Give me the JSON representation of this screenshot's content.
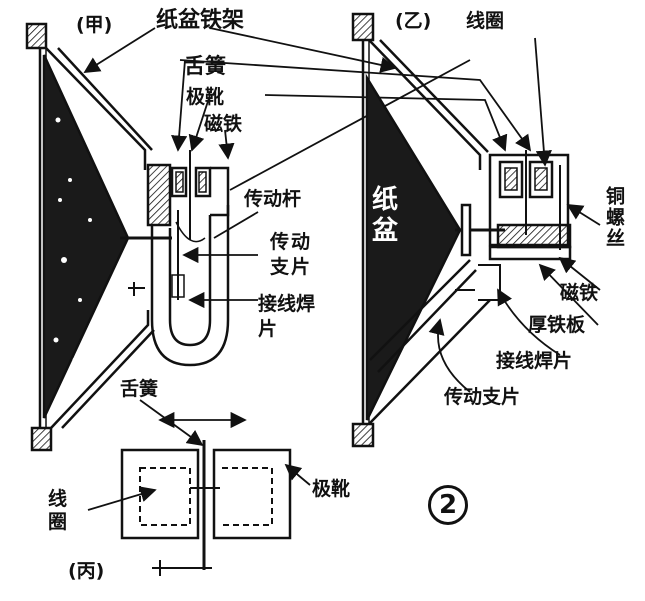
{
  "figure": {
    "number": "2",
    "panels": {
      "jia": "(甲)",
      "yi": "(乙)",
      "bing": "(丙)"
    },
    "labels": {
      "cone_frame": "纸盆铁架",
      "reed_top": "舌簧",
      "pole_shoe": "极靴",
      "magnet_a": "磁铁",
      "drive_rod": "传动杆",
      "drive_support_a": "传动支片",
      "solder_tab_a": "接线焊片",
      "coil_b": "线圈",
      "copper_screw": "铜螺丝",
      "magnet_b": "磁铁",
      "thick_plate": "厚铁板",
      "solder_tab_b": "接线焊片",
      "drive_support_b": "传动支片",
      "cone_text": "纸盆",
      "reed_c": "舌簧",
      "coil_c": "线圈",
      "pole_shoe_c": "极靴"
    }
  }
}
